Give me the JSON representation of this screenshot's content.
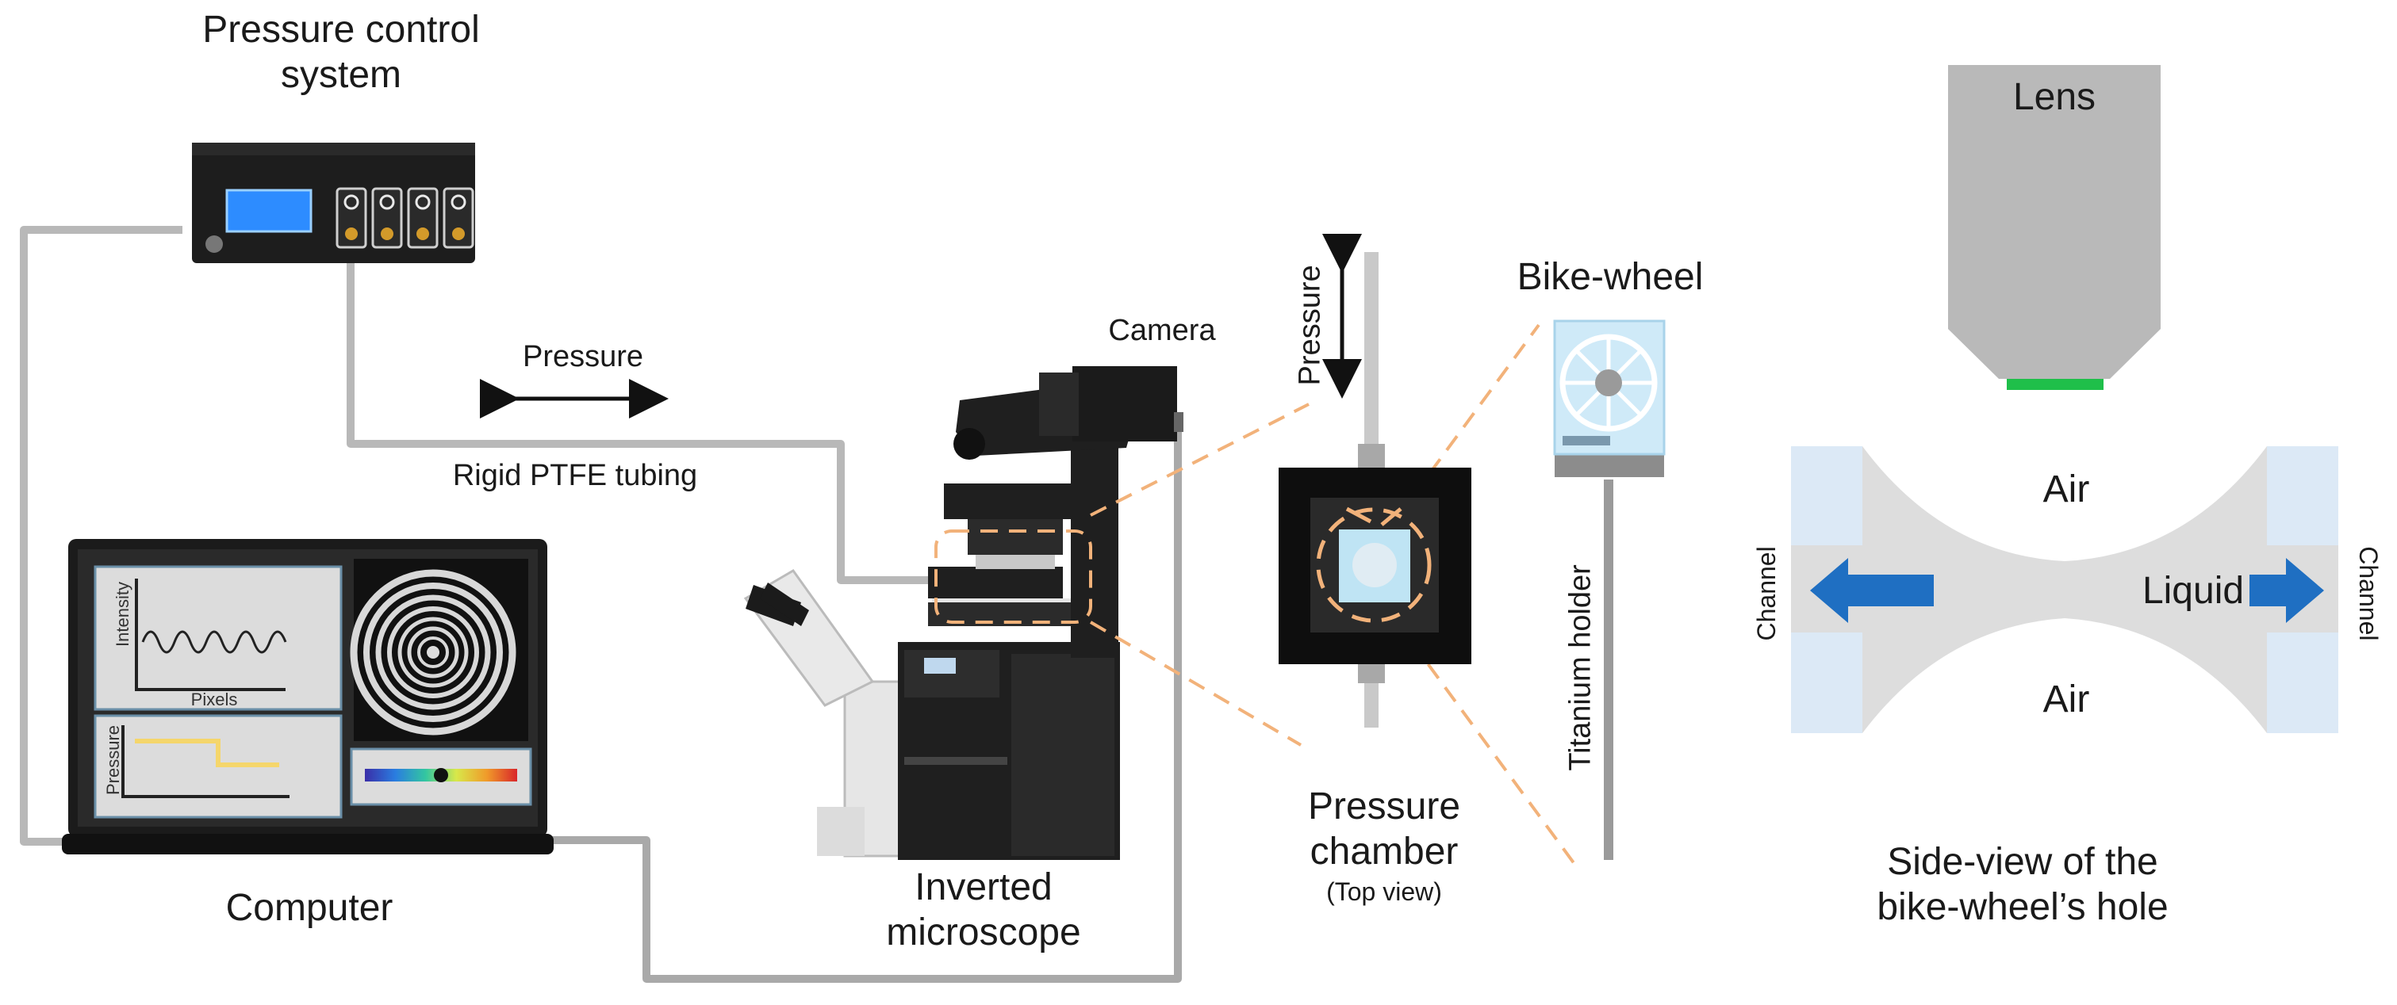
{
  "labels": {
    "pressure_control_line1": "Pressure control",
    "pressure_control_line2": "system",
    "pressure_arrow": "Pressure",
    "tubing": "Rigid PTFE tubing",
    "camera": "Camera",
    "computer": "Computer",
    "microscope_line1": "Inverted",
    "microscope_line2": "microscope",
    "vertical_pressure": "Pressure",
    "bike_wheel": "Bike-wheel",
    "titanium_holder": "Titanium holder",
    "chamber_line1": "Pressure",
    "chamber_line2": "chamber",
    "chamber_line3": "(Top view)",
    "lens": "Lens",
    "air_top": "Air",
    "air_bottom": "Air",
    "liquid": "Liquid",
    "channel_left": "Channel",
    "channel_right": "Channel",
    "side_view_line1": "Side-view of the",
    "side_view_line2": "bike-wheel’s hole"
  },
  "screen": {
    "plot1_ylabel": "Intensity",
    "plot1_xlabel": "Pixels",
    "plot2_ylabel": "Pressure"
  },
  "colors": {
    "tube": "#b8b8b8",
    "dash": "#f2b27a",
    "lens_body": "#b9b9b9",
    "lens_tip": "#1fbf4a",
    "channel_fill": "#dce9f6",
    "hole_fill": "#dddddd",
    "arrow_blue": "#1f6fc2",
    "screen_blue": "#1b6fff",
    "trace_yellow": "#f5d66b"
  }
}
